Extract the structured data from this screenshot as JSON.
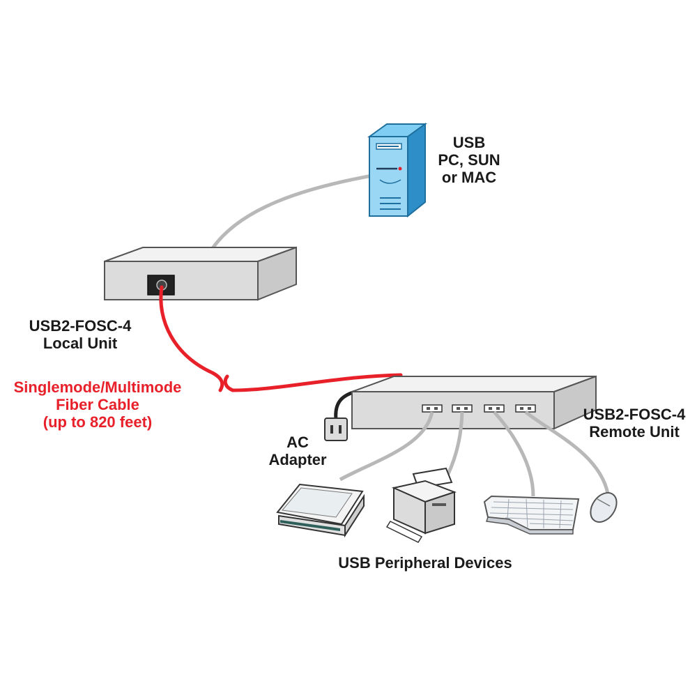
{
  "computer": {
    "lines": [
      "USB",
      "PC, SUN",
      "or MAC"
    ]
  },
  "local_unit": {
    "lines": [
      "USB2-FOSC-4",
      "Local Unit"
    ]
  },
  "fiber_cable": {
    "lines": [
      "Singlemode/Multimode",
      "Fiber Cable",
      "(up to 820 feet)"
    ]
  },
  "remote_unit": {
    "lines": [
      "USB2-FOSC-4",
      "Remote Unit"
    ]
  },
  "ac_adapter": {
    "lines": [
      "AC",
      "Adapter"
    ]
  },
  "peripherals": {
    "label": "USB Peripheral Devices",
    "devices": [
      "scanner",
      "printer",
      "keyboard",
      "mouse"
    ]
  },
  "colors": {
    "fiber": "#e8202a",
    "cable": "#b8b8b8",
    "box_top": "#f2f2f2",
    "box_front": "#dcdcdc",
    "computer": "#3aa8e0",
    "label_text": "#1a1a1a"
  }
}
